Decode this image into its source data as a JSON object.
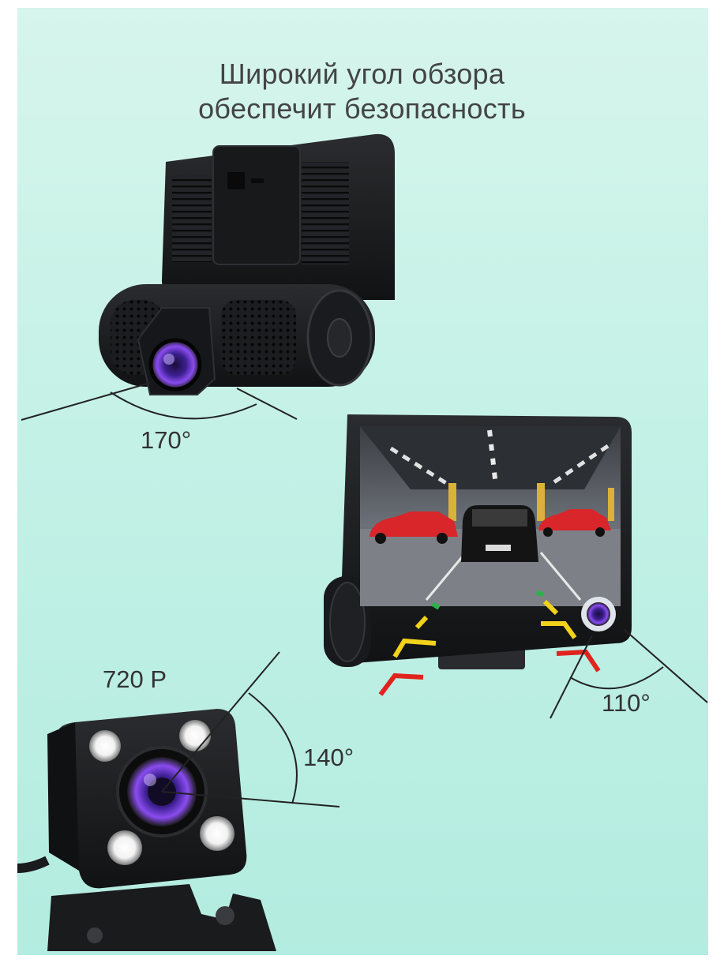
{
  "headline": {
    "line1": "Широкий угол обзора",
    "line2": "обеспечит безопасность"
  },
  "labels": {
    "front_angle": "170°",
    "rear_resolution": "720 P",
    "rear_angle": "140°",
    "cabin_angle": "110°"
  },
  "colors": {
    "background": "#c4f1e6",
    "device_body": "#1b1c1e",
    "lens": "#6a3bd8",
    "guide_green": "#2bb24a",
    "guide_yellow": "#f2d21b",
    "guide_red": "#e0231d",
    "text": "#444444"
  },
  "icons": {
    "dashcam": "dashcam-front-icon",
    "rear_camera": "rear-camera-icon"
  }
}
